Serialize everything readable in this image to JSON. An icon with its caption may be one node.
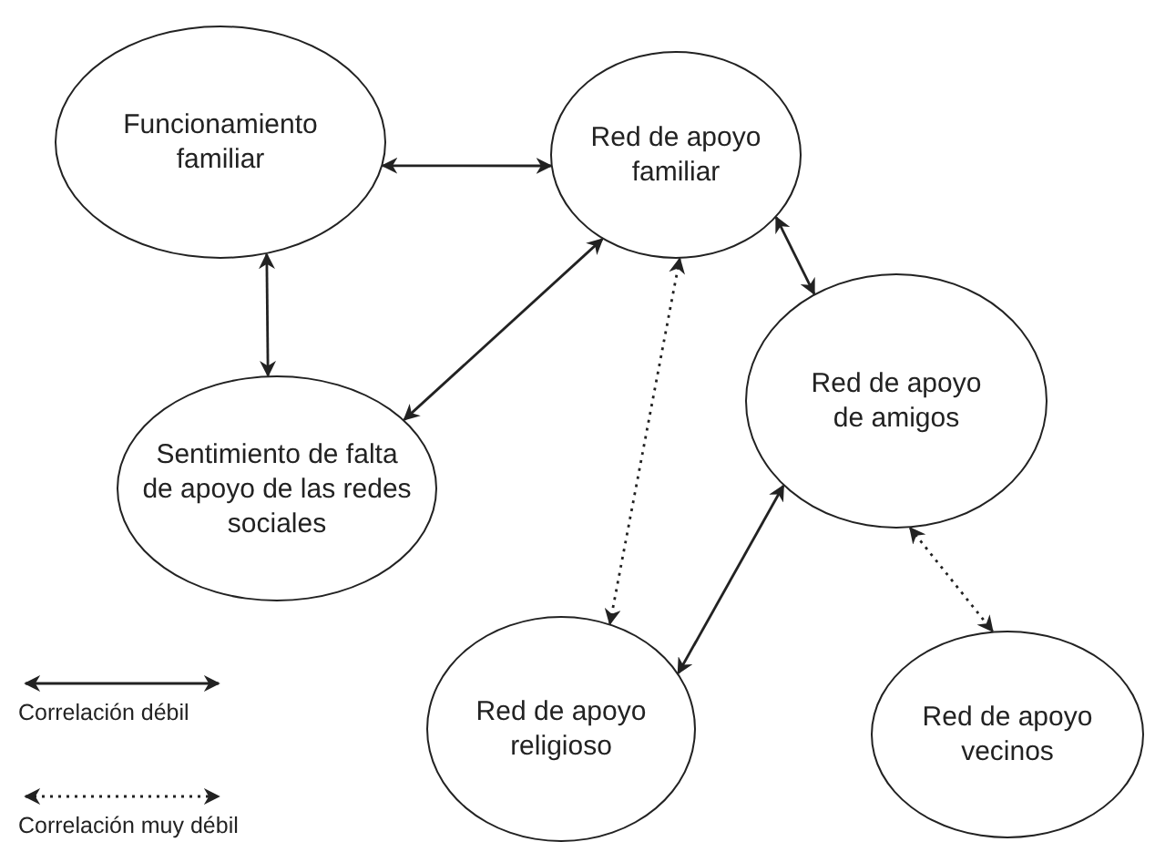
{
  "diagram": {
    "nodes": [
      {
        "text": [
          "Funcionamiento familiar"
        ]
      },
      {
        "text": [
          "Red de apoyo familiar"
        ]
      },
      {
        "text": [
          "Sentimiento de falta de apoyo de las redes sociales"
        ]
      },
      {
        "text": [
          "Red de apoyo de amigos"
        ]
      },
      {
        "text": [
          "Red de apoyo religioso"
        ]
      },
      {
        "text": [
          "Red de apoyo vecinos"
        ]
      }
    ],
    "edges": [
      {
        "from": 0,
        "to": 1,
        "arrow": "both"
      },
      {
        "from": 0,
        "to": 2,
        "arrow": "both"
      },
      {
        "from": 2,
        "to": 1,
        "arrow": "both"
      },
      {
        "from": 1,
        "to": 3,
        "arrow": "both"
      },
      {
        "from": 1,
        "to": 4,
        "arrow": "both",
        "style": "dashed"
      },
      {
        "from": 3,
        "to": 4,
        "arrow": "both"
      },
      {
        "from": 3,
        "to": 5,
        "arrow": "both",
        "style": "dashed"
      }
    ],
    "legend": [
      {
        "text": "Correlación débil"
      },
      {
        "text": "Correlación muy débil"
      }
    ]
  }
}
